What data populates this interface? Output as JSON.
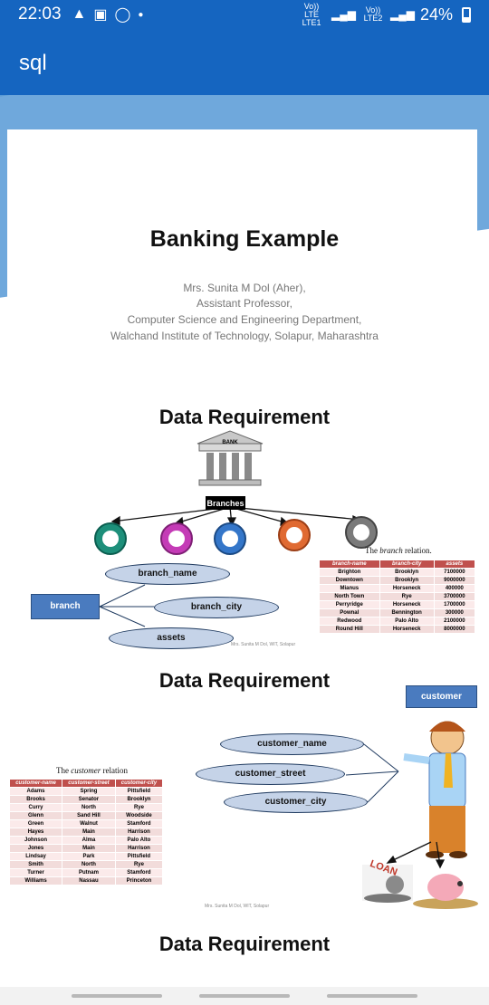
{
  "status": {
    "time": "22:03",
    "sim1": "Vo)) LTE LTE1",
    "sim2": "Vo)) LTE2",
    "battery": "24%"
  },
  "appbar": {
    "title": "sql"
  },
  "slide1": {
    "title": "Banking Example",
    "author_lines": [
      "Mrs. Sunita M Dol (Aher),",
      "Assistant Professor,",
      "Computer Science and Engineering Department,",
      "Walchand Institute of Technology, Solapur, Maharashtra"
    ]
  },
  "slide2": {
    "title": "Data Requirement",
    "bank_label": "BANK",
    "branches_label": "Branches",
    "entity": "branch",
    "attributes": [
      "branch_name",
      "branch_city",
      "assets"
    ],
    "relation_caption_pre": "The",
    "relation_caption_em": "branch",
    "relation_caption_post": "relation.",
    "watermark": "Mrs. Sunita M Dol, WIT, Solapur",
    "table": {
      "headers": [
        "branch-name",
        "branch-city",
        "assets"
      ],
      "rows": [
        [
          "Brighton",
          "Brooklyn",
          "7100000"
        ],
        [
          "Downtown",
          "Brooklyn",
          "9000000"
        ],
        [
          "Mianus",
          "Horseneck",
          "400000"
        ],
        [
          "North Town",
          "Rye",
          "3700000"
        ],
        [
          "Perryridge",
          "Horseneck",
          "1700000"
        ],
        [
          "Pownal",
          "Bennington",
          "300000"
        ],
        [
          "Redwood",
          "Palo Alto",
          "2100000"
        ],
        [
          "Round Hill",
          "Horseneck",
          "8000000"
        ]
      ]
    }
  },
  "slide3": {
    "title": "Data Requirement",
    "entity": "customer",
    "attributes": [
      "customer_name",
      "customer_street",
      "customer_city"
    ],
    "relation_caption_pre": "The",
    "relation_caption_em": "customer",
    "relation_caption_post": "relation",
    "loan_label": "LOAN",
    "watermark": "Mrs. Sunita M Dol, WIT, Solapur",
    "table": {
      "headers": [
        "customer-name",
        "customer-street",
        "customer-city"
      ],
      "rows": [
        [
          "Adams",
          "Spring",
          "Pittsfield"
        ],
        [
          "Brooks",
          "Senator",
          "Brooklyn"
        ],
        [
          "Curry",
          "North",
          "Rye"
        ],
        [
          "Glenn",
          "Sand Hill",
          "Woodside"
        ],
        [
          "Green",
          "Walnut",
          "Stamford"
        ],
        [
          "Hayes",
          "Main",
          "Harrison"
        ],
        [
          "Johnson",
          "Alma",
          "Palo Alto"
        ],
        [
          "Jones",
          "Main",
          "Harrison"
        ],
        [
          "Lindsay",
          "Park",
          "Pittsfield"
        ],
        [
          "Smith",
          "North",
          "Rye"
        ],
        [
          "Turner",
          "Putnam",
          "Stamford"
        ],
        [
          "Williams",
          "Nassau",
          "Princeton"
        ]
      ]
    }
  },
  "slide4": {
    "title": "Data Requirement"
  },
  "colors": {
    "appbar": "#1565c0",
    "table_header": "#c0504d",
    "entity_box": "#4a7bbf"
  }
}
